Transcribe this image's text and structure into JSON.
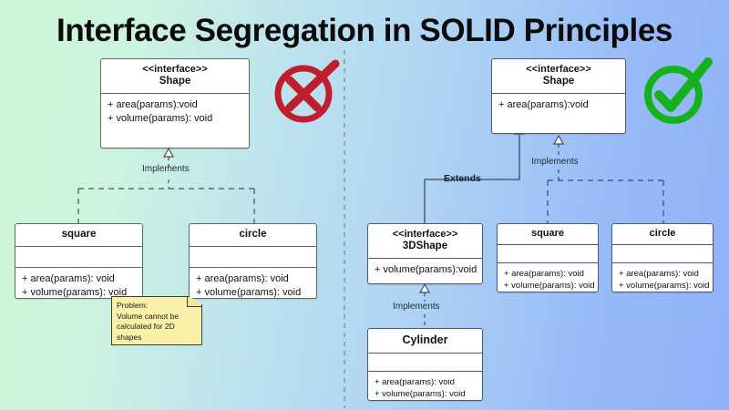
{
  "title": "Interface Segregation in SOLID Principles",
  "theme": {
    "bg_left": "#ccf7d4",
    "bg_right": "#8fb0f7",
    "box_fill": "#ffffff",
    "box_border_left": "#5b6b63",
    "box_border_right": "#4a5a78",
    "note_fill": "#fbf0a8",
    "cross_color": "#bf1e2e",
    "check_color": "#16b21e",
    "divider_color": "#8a8f95"
  },
  "left_panel": {
    "verdict_icon": "red-cross-icon",
    "interface": {
      "stereotype": "<<interface>>",
      "name": "Shape",
      "operations": [
        "+ area(params):void",
        "+ volume(params): void"
      ]
    },
    "relation_label": "Implements",
    "classes": [
      {
        "name": "square",
        "operations": [
          "+ area(params): void",
          "+ volume(params): void"
        ]
      },
      {
        "name": "circle",
        "operations": [
          "+ area(params): void",
          "+ volume(params): void"
        ]
      }
    ],
    "note": {
      "lines": [
        "Problem:",
        "Volume cannot be",
        "calculated for 2D",
        "shapes"
      ]
    }
  },
  "right_panel": {
    "verdict_icon": "green-check-icon",
    "interface": {
      "stereotype": "<<interface>>",
      "name": "Shape",
      "operations": [
        "+ area(params):void"
      ]
    },
    "interface_3d": {
      "stereotype": "<<interface>>",
      "name": "3DShape",
      "operations": [
        "+ volume(params):void"
      ]
    },
    "labels": {
      "extends": "Extends",
      "implements_top": "Implements",
      "implements_cylinder": "Implements"
    },
    "classes": [
      {
        "name": "square",
        "operations": [
          "+ area(params): void",
          "+ volume(params): void"
        ]
      },
      {
        "name": "circle",
        "operations": [
          "+ area(params): void",
          "+ volume(params): void"
        ]
      }
    ],
    "cylinder": {
      "name": "Cylinder",
      "operations": [
        "+ area(params): void",
        "+ volume(params): void"
      ]
    }
  }
}
